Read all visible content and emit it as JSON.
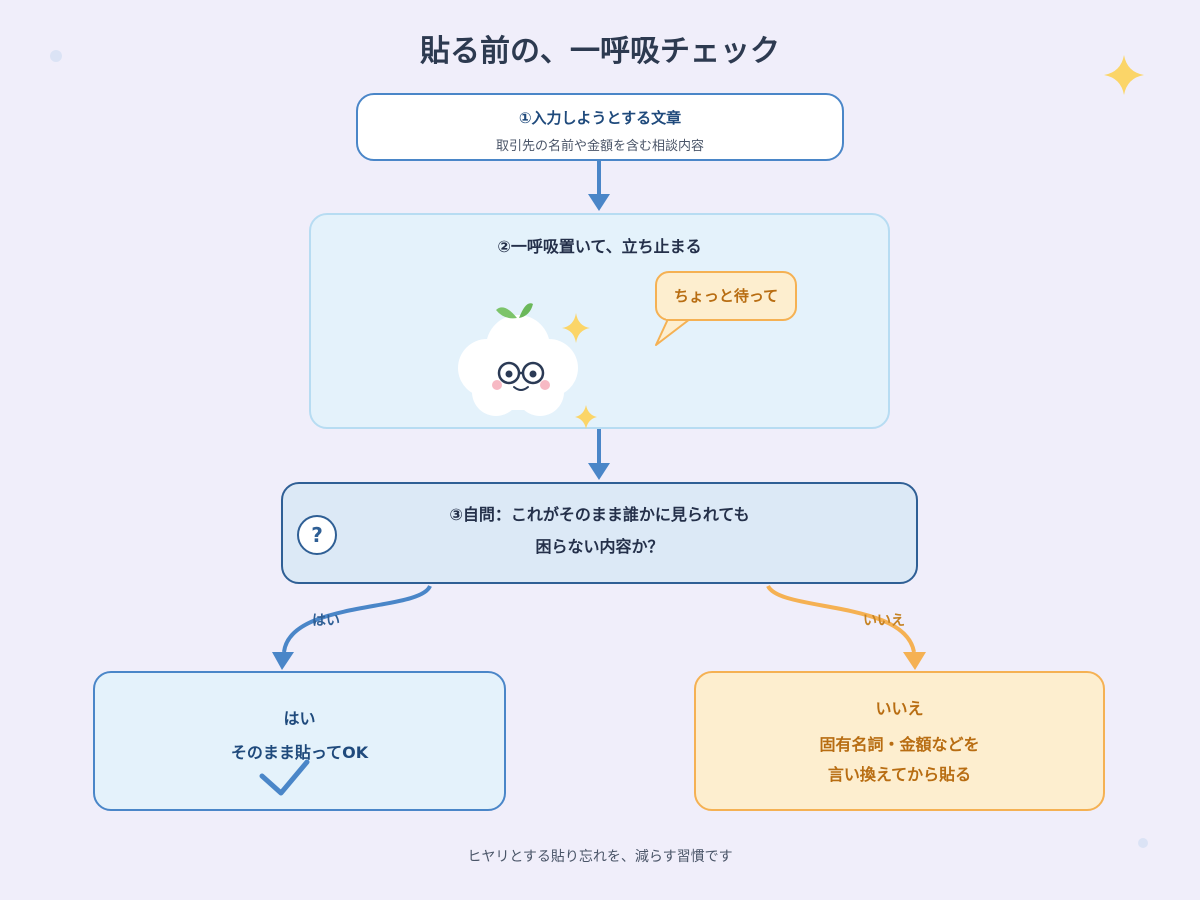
{
  "title": "貼る前の、一呼吸チェック",
  "step1": {
    "title": "①入力しようとする文章",
    "subtitle": "取引先の名前や金額を含む相談内容"
  },
  "step2": {
    "title": "②一呼吸置いて、立ち止まる",
    "speech_bubble": "ちょっと待って"
  },
  "step3": {
    "question_line1": "③自問：これがそのまま誰かに見られても",
    "question_line2": "困らない内容か？",
    "badge": "?"
  },
  "edge_labels": {
    "yes": "はい",
    "no": "いいえ"
  },
  "yes_box": {
    "title": "はい",
    "message": "そのまま貼ってOK"
  },
  "no_box": {
    "title": "いいえ",
    "message_line1": "固有名詞・金額などを",
    "message_line2": "言い換えてから貼る"
  },
  "footer": "ヒヤリとする貼り忘れを、減らす習慣です",
  "colors": {
    "background": "#f0eefa",
    "blue": "#4a86c8",
    "dark_blue": "#2f5f95",
    "orange": "#f5b153",
    "sparkle": "#fbd568"
  }
}
